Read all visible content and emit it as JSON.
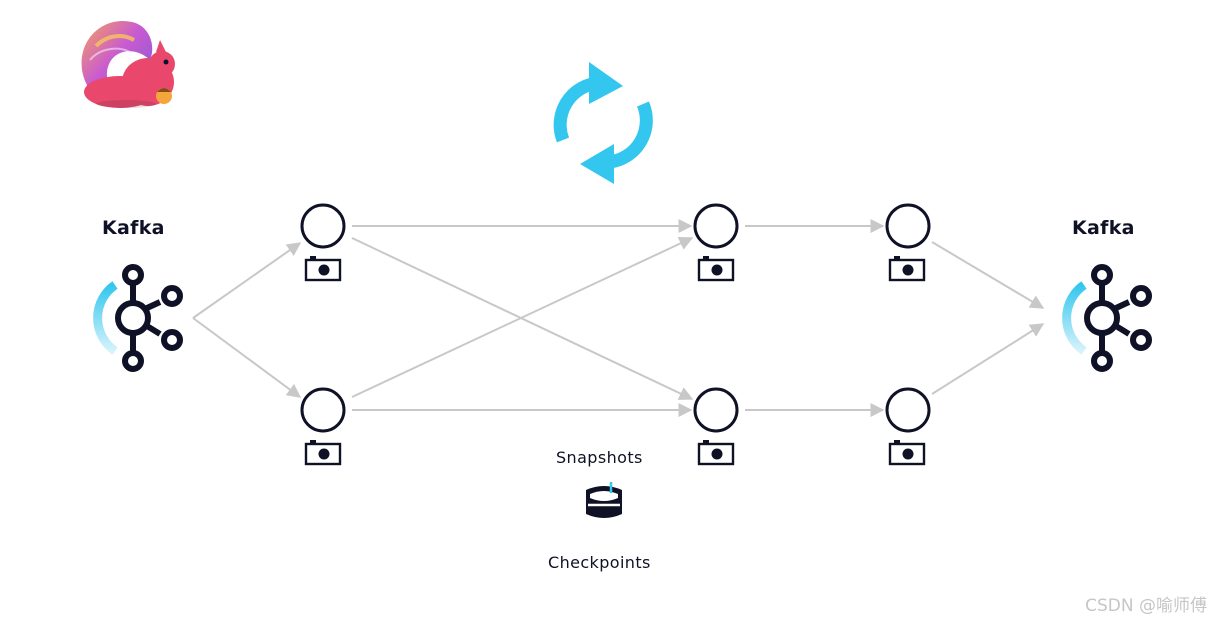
{
  "source_label": "Kafka",
  "sink_label": "Kafka",
  "snapshots_label": "Snapshots",
  "checkpoints_label": "Checkpoints",
  "watermark": "CSDN @喻师傅",
  "icons": {
    "logo": "flink-squirrel-logo-icon",
    "cycle": "refresh-cycle-icon",
    "kafka": "kafka-icon",
    "snapshot": "camera-icon",
    "storage": "database-icon"
  },
  "colors": {
    "ink": "#0f1226",
    "accent": "#33c6ee",
    "edge": "#c8c8c8",
    "watermark": "#c6c6c6"
  }
}
